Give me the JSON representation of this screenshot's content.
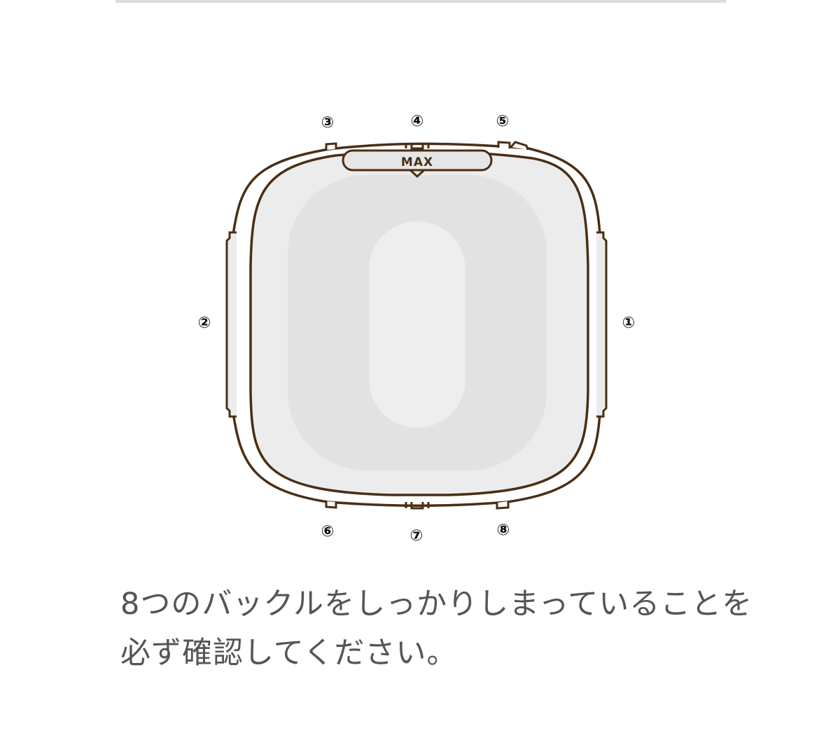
{
  "container": {
    "max_label": "MAX",
    "buckles": [
      {
        "number": "1",
        "marker": "①"
      },
      {
        "number": "2",
        "marker": "②"
      },
      {
        "number": "3",
        "marker": "③"
      },
      {
        "number": "4",
        "marker": "④"
      },
      {
        "number": "5",
        "marker": "⑤"
      },
      {
        "number": "6",
        "marker": "⑥"
      },
      {
        "number": "7",
        "marker": "⑦"
      },
      {
        "number": "8",
        "marker": "⑧"
      }
    ]
  },
  "instruction": {
    "line1": "8つのバックルをしっかりしまっていることを",
    "line2": "必ず確認してください。"
  },
  "colors": {
    "outline": "#4a2e14",
    "body_fill": "#ececec",
    "inner_fill": "#e2e2e2",
    "center_fill": "#eeeeee",
    "text": "#555555",
    "divider": "#dcdcdc"
  }
}
